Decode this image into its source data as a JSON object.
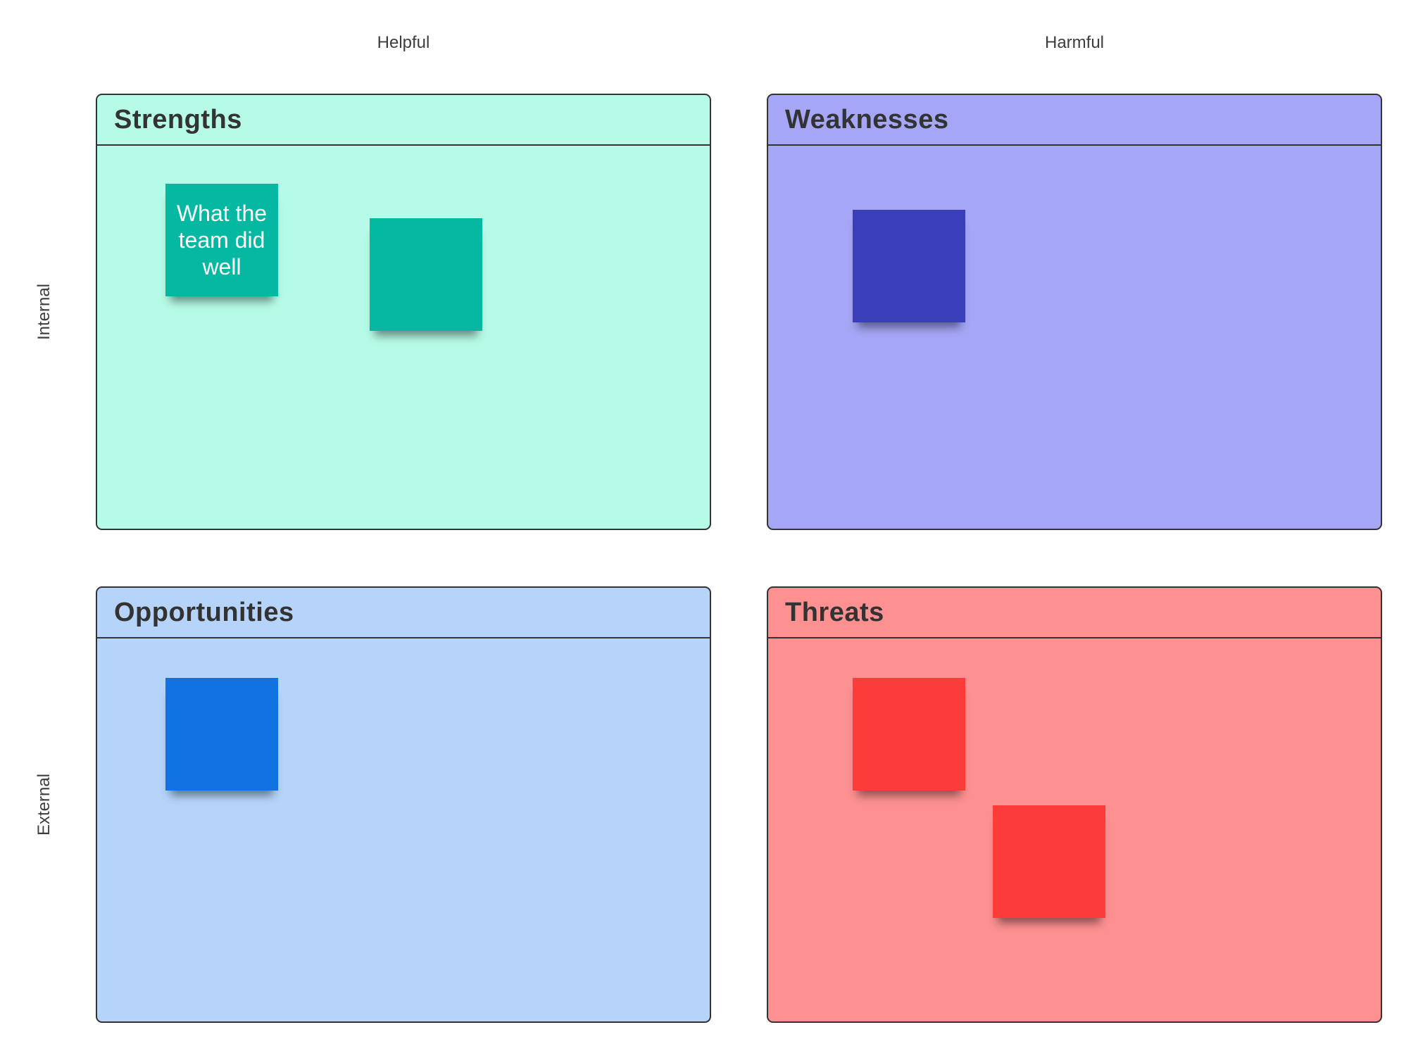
{
  "labels": {
    "helpful": "Helpful",
    "harmful": "Harmful",
    "internal": "Internal",
    "external": "External"
  },
  "quadrants": [
    {
      "title": "Strengths",
      "bg": "#b6fbe7",
      "notes": [
        {
          "text": "What the team did well",
          "color": "#05b8a2"
        },
        {
          "text": "",
          "color": "#05b8a2"
        }
      ]
    },
    {
      "title": "Weaknesses",
      "bg": "#a5a6f6",
      "notes": [
        {
          "text": "",
          "color": "#3a3eb8"
        }
      ]
    },
    {
      "title": "Opportunities",
      "bg": "#b6d4fa",
      "notes": [
        {
          "text": "",
          "color": "#1172e2"
        }
      ]
    },
    {
      "title": "Threats",
      "bg": "#fd9090",
      "notes": [
        {
          "text": "",
          "color": "#fc3b3b"
        },
        {
          "text": "",
          "color": "#fc3b3b"
        }
      ]
    }
  ],
  "colors": {
    "panel_border": "#333333",
    "title_text": "#333333",
    "axis_label_text": "#3d3d3d",
    "note_text": "#ffffff",
    "page_background": "#ffffff"
  }
}
